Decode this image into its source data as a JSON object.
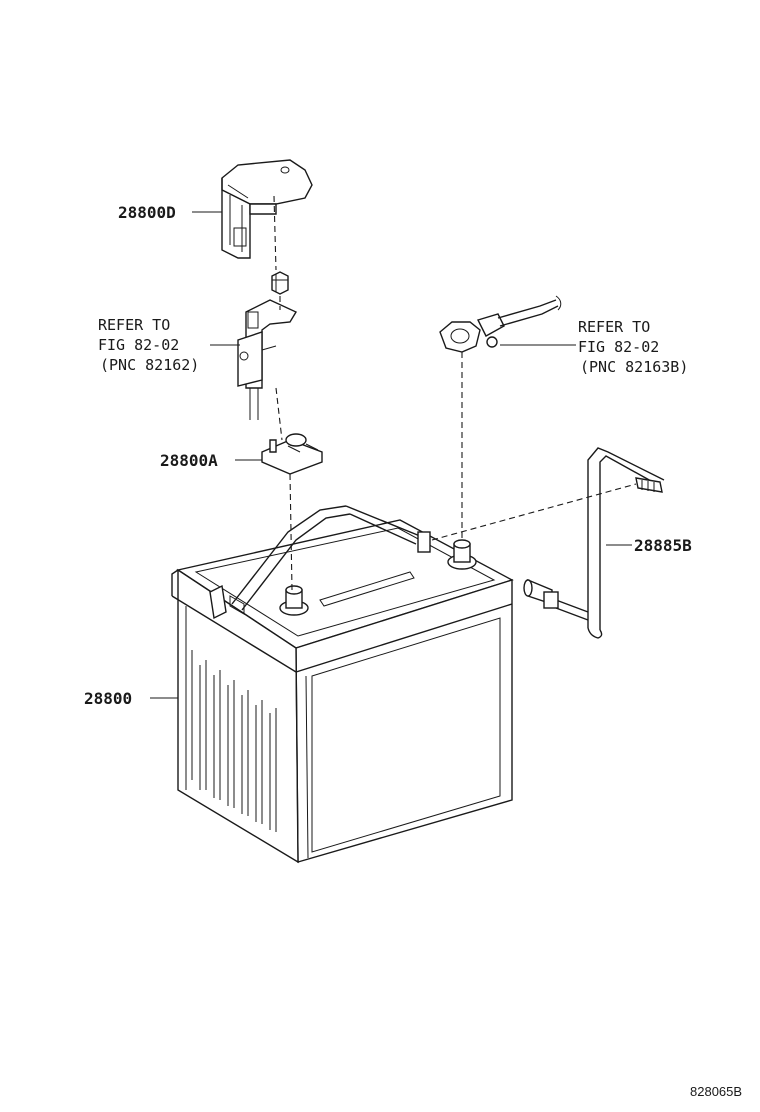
{
  "parts": {
    "cover_clamp": "28800D",
    "terminal_clamp": "28800A",
    "battery": "28800",
    "vent_hose": "28885B"
  },
  "references": {
    "left": {
      "line1": "REFER TO",
      "line2": "FIG 82-02",
      "line3": "(PNC 82162)"
    },
    "right": {
      "line1": "REFER TO",
      "line2": "FIG 82-02",
      "line3": "(PNC 82163B)"
    }
  },
  "illustration_code": "828065B"
}
